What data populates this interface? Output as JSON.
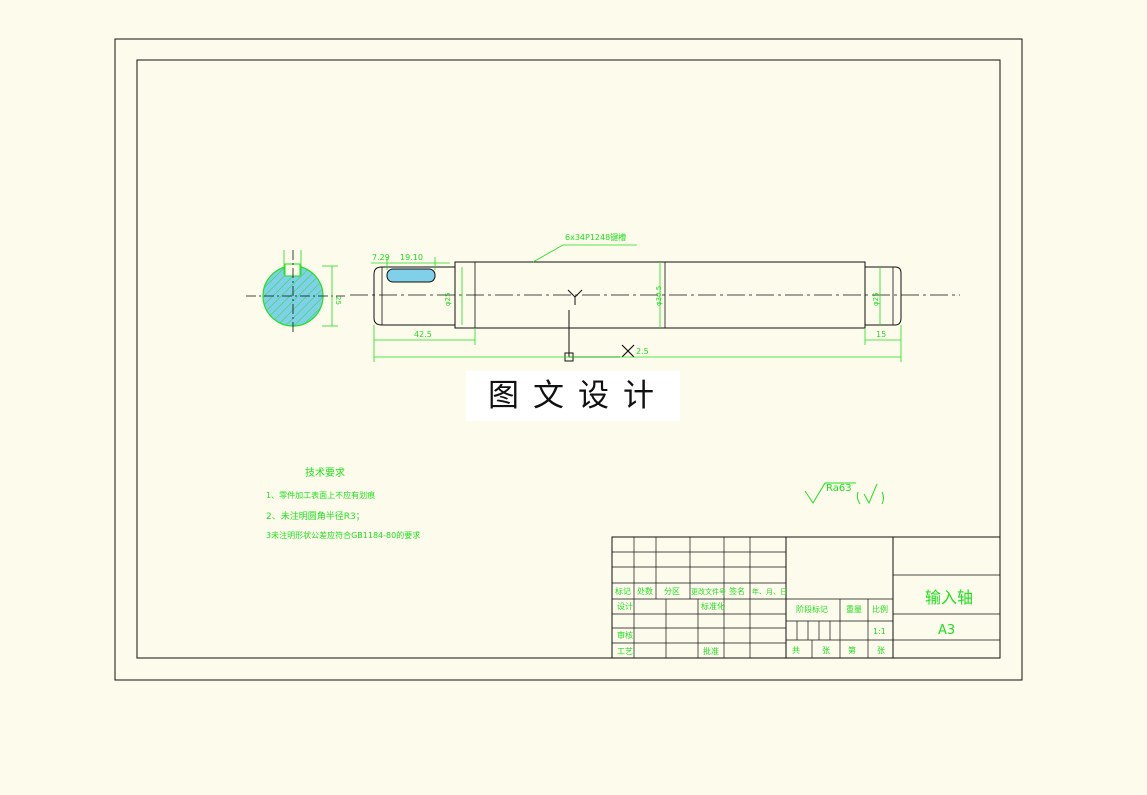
{
  "title_block": {
    "part_name": "输入轴",
    "sheet_size": "A3",
    "scale": "1:1",
    "headers": [
      "标记",
      "处数",
      "分区",
      "更改文件号",
      "签名",
      "年、月、日"
    ],
    "row_design": "设计",
    "row_standard": "标准化",
    "row_stage": "阶段标记",
    "row_weight": "重量",
    "row_ratio": "比例",
    "row_review": "审核",
    "row_process": "工艺",
    "row_approve": "批准",
    "sheet_total": "共",
    "sheet_count": "张",
    "sheet_no": "第",
    "sheet_unit": "张"
  },
  "technical_requirements": {
    "heading": "技术要求",
    "items": [
      "1、零件加工表面上不应有划痕",
      "2、未注明圆角半径R3；",
      "3未注明形状公差应符合GB1184-80的要求"
    ]
  },
  "dimensions": {
    "keyway_depth": "7.29",
    "keyway_length": "19.10",
    "left_section": "42.5",
    "total_length": "2.5",
    "right_end": "15",
    "thread_note": "6x34P1248键槽",
    "section_depth": "25",
    "diam_left": "φ25",
    "diam_mid": "φ30.5",
    "diam_right": "φ25"
  },
  "surface_finish": {
    "value": "Ra63"
  },
  "watermark": "图文设计"
}
